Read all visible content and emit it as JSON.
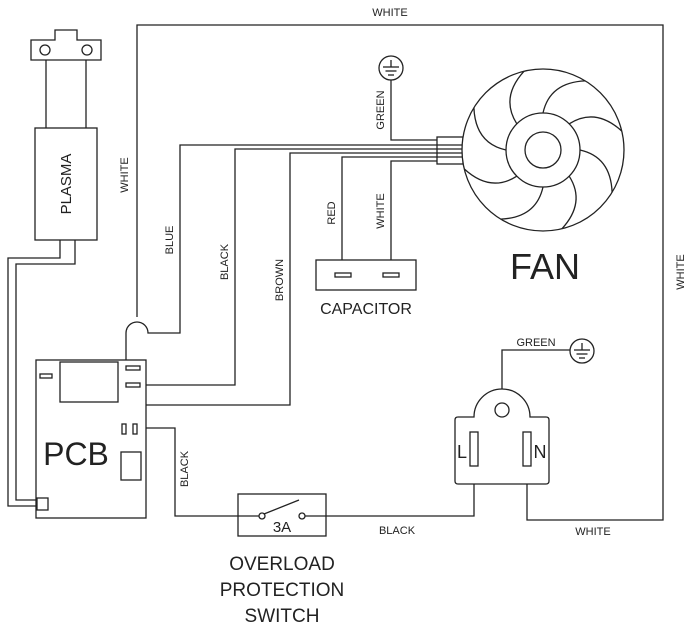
{
  "wire_labels": {
    "white_top": "WHITE",
    "white_left": "WHITE",
    "white_right": "WHITE",
    "white_bottom": "WHITE",
    "white_capacitor": "WHITE",
    "blue": "BLUE",
    "black_pcb": "BLACK",
    "black_switch": "BLACK",
    "black_bottom": "BLACK",
    "brown": "BROWN",
    "green_fan": "GREEN",
    "green_plug": "GREEN",
    "red": "RED"
  },
  "components": {
    "plasma": "PLASMA",
    "fan": "FAN",
    "capacitor": "CAPACITOR",
    "pcb": "PCB",
    "switch_rating": "3A",
    "switch_name_line1": "OVERLOAD",
    "switch_name_line2": "PROTECTION",
    "switch_name_line3": "SWITCH",
    "plug_live": "L",
    "plug_neutral": "N"
  }
}
